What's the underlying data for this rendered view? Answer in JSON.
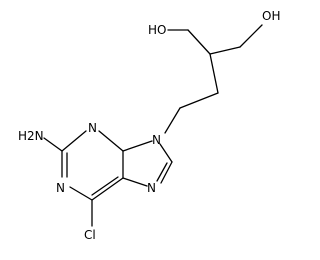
{
  "atoms": {
    "oh_left": "HO",
    "oh_right": "OH",
    "amine": "H2N",
    "n1": "N",
    "n3": "N",
    "n7": "N",
    "n9": "N",
    "chlorine": "Cl"
  },
  "colors": {
    "ink": "#000000",
    "background": "#ffffff"
  }
}
